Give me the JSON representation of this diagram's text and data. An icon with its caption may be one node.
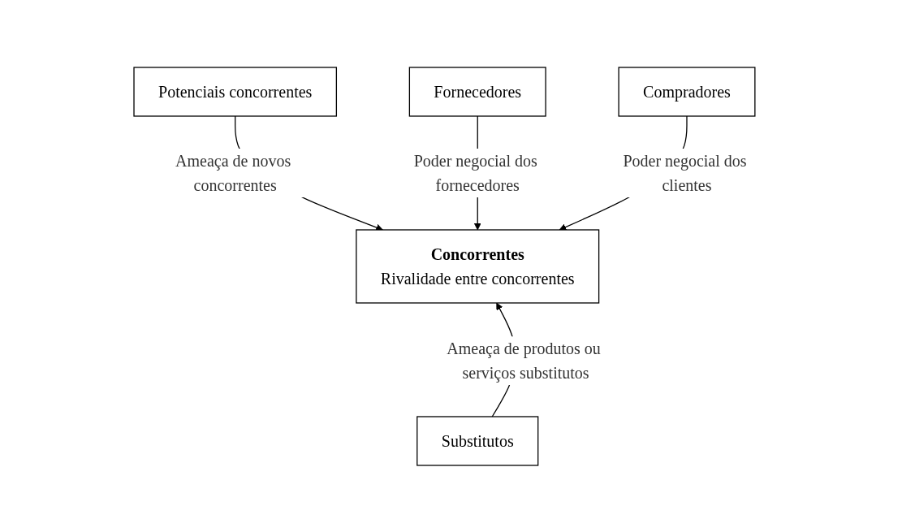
{
  "diagram": {
    "nodes": [
      {
        "text": [
          "Potenciais concorrentes"
        ]
      },
      {
        "text": [
          "Concorrentes",
          "Rivalidade entre concorrentes"
        ]
      },
      {
        "text": [
          "Fornecedores"
        ]
      },
      {
        "text": [
          "Compradores"
        ]
      },
      {
        "text": [
          "Substitutos"
        ]
      }
    ],
    "edges": [
      {
        "from": 0,
        "to": 1,
        "arrow": "to",
        "label": "Ameaça de novos concorrentes"
      },
      {
        "from": 2,
        "to": 1,
        "arrow": "to",
        "label": "Poder negocial dos fornecedores"
      },
      {
        "from": 3,
        "to": 1,
        "arrow": "to",
        "label": "Poder negocial dos clientes"
      },
      {
        "from": 4,
        "to": 1,
        "arrow": "to",
        "label": "Ameaça de produtos ou serviços substitutos"
      }
    ]
  }
}
